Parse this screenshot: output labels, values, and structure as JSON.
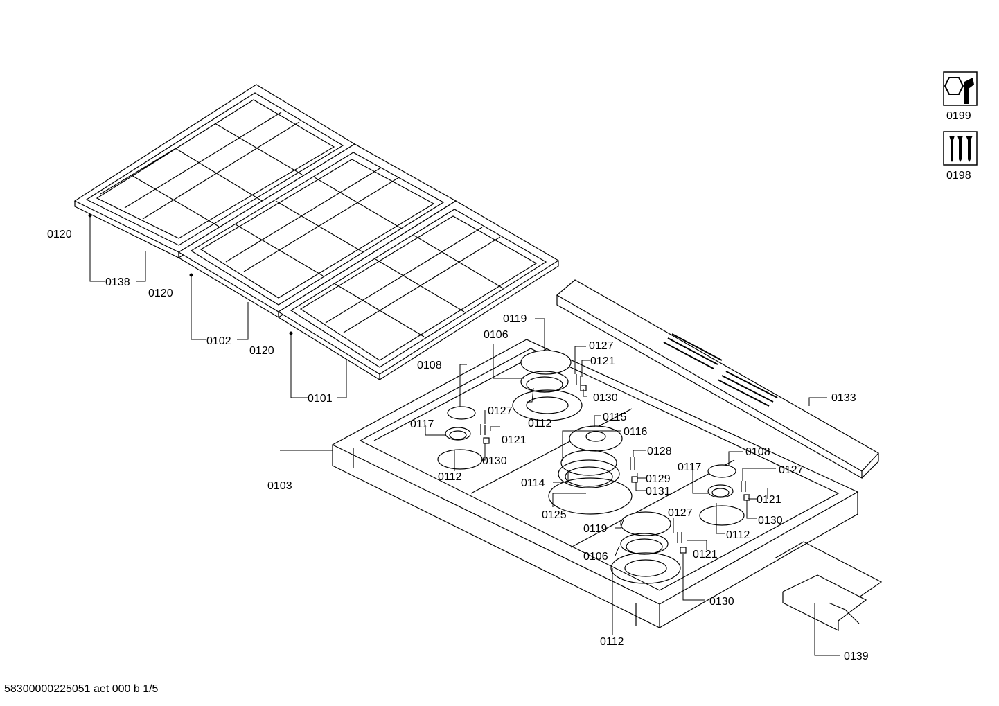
{
  "footer": {
    "code": "58300000225051 aet 000 b 1/5"
  },
  "icons": [
    {
      "name": "tools-icon",
      "label": "0199"
    },
    {
      "name": "screws-icon",
      "label": "0198"
    }
  ],
  "callouts": {
    "c0120a": "0120",
    "c0138": "0138",
    "c0120b": "0120",
    "c0102": "0102",
    "c0120c": "0120",
    "c0101": "0101",
    "c0103": "0103",
    "c0119a": "0119",
    "c0106a": "0106",
    "c0108a": "0108",
    "c0127a": "0127",
    "c0121a": "0121",
    "c0130a": "0130",
    "c0112a": "0112",
    "c0127b": "0127",
    "c0117a": "0117",
    "c0121b": "0121",
    "c0130b": "0130",
    "c0112b": "0112",
    "c0115": "0115",
    "c0116": "0116",
    "c0128": "0128",
    "c0129": "0129",
    "c0131": "0131",
    "c0114": "0114",
    "c0125": "0125",
    "c0133": "0133",
    "c0108b": "0108",
    "c0117b": "0117",
    "c0127c": "0127",
    "c0121c": "0121",
    "c0130c": "0130",
    "c0112c": "0112",
    "c0127d": "0127",
    "c0119b": "0119",
    "c0106b": "0106",
    "c0121d": "0121",
    "c0130d": "0130",
    "c0112d": "0112",
    "c0139": "0139"
  }
}
